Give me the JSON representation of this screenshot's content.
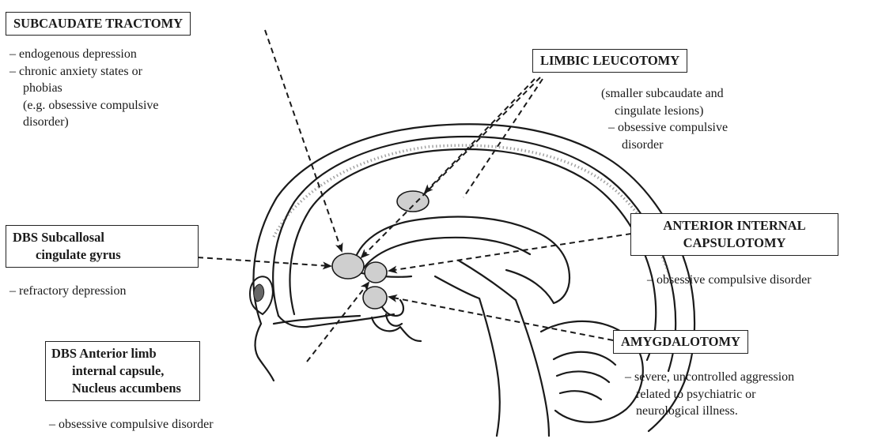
{
  "colors": {
    "ink": "#1a1a1a",
    "lesion_fill": "#cfcfcf",
    "bone_fill": "#9a9a9a"
  },
  "subcaudate": {
    "title": "SUBCAUDATE TRACTOMY",
    "lines": [
      "–  endogenous depression",
      "–  chronic anxiety states or",
      "phobias",
      "(e.g. obsessive compulsive",
      "disorder)"
    ]
  },
  "limbic": {
    "title": "LIMBIC LEUCOTOMY",
    "lines": [
      "(smaller subcaudate and",
      "cingulate lesions)",
      "–  obsessive compulsive",
      "disorder"
    ]
  },
  "dbs_subcallosal": {
    "title_line1": "DBS Subcallosal",
    "title_line2": "cingulate gyrus",
    "lines": [
      "–  refractory depression"
    ]
  },
  "capsulotomy": {
    "title_line1": "ANTERIOR INTERNAL",
    "title_line2": "CAPSULOTOMY",
    "lines": [
      "–  obsessive compulsive disorder"
    ]
  },
  "amygdalotomy": {
    "title": "AMYGDALOTOMY",
    "lines": [
      "–  severe, uncontrolled aggression",
      "related to psychiatric or",
      "neurological illness."
    ]
  },
  "dbs_capsule": {
    "title_line1": "DBS Anterior limb",
    "title_line2": "internal capsule,",
    "title_line3": "Nucleus accumbens",
    "lines": [
      "–  obsessive compulsive disorder"
    ]
  }
}
